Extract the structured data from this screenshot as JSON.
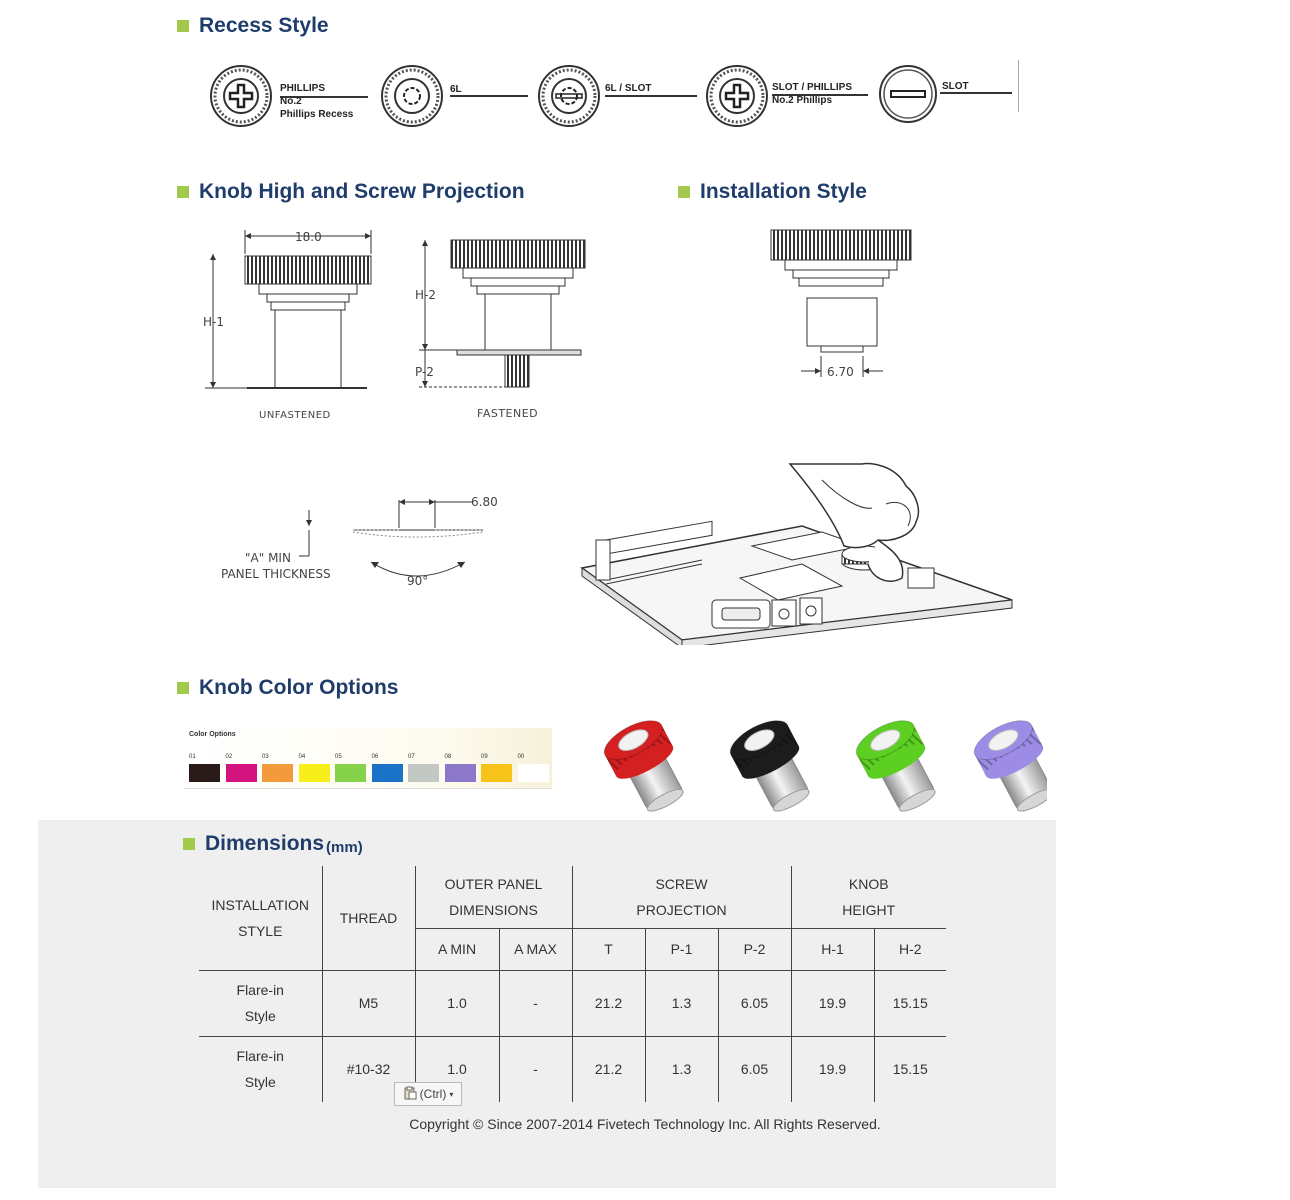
{
  "sections": {
    "recess": "Recess Style",
    "knob_high": "Knob High and Screw Projection",
    "installation": "Installation Style",
    "colors": "Knob Color Options",
    "dimensions": "Dimensions",
    "dimensions_unit": "(mm)"
  },
  "recess_styles": [
    {
      "lines": [
        "PHILLIPS",
        "No.2",
        "Phillips Recess"
      ]
    },
    {
      "lines": [
        "6L"
      ]
    },
    {
      "lines": [
        "6L / SLOT"
      ]
    },
    {
      "lines": [
        "SLOT / PHILLIPS",
        "No.2 Phillips"
      ]
    },
    {
      "lines": [
        "SLOT"
      ]
    }
  ],
  "drawing_labels": {
    "width_18": "18.0",
    "h1": "H-1",
    "h2": "H-2",
    "p2": "P-2",
    "unfastened": "UNFASTENED",
    "fastened": "FASTENED",
    "width_670": "6.70",
    "width_680": "6.80",
    "a_min": "\"A\" MIN",
    "panel_thickness": "PANEL THICKNESS",
    "angle": "90°"
  },
  "color_options": {
    "title": "Color Options",
    "swatches": [
      {
        "code": "01",
        "color": "#2a1a18"
      },
      {
        "code": "02",
        "color": "#d4147e"
      },
      {
        "code": "03",
        "color": "#f39a3c"
      },
      {
        "code": "04",
        "color": "#f8ef1a"
      },
      {
        "code": "05",
        "color": "#86d24a"
      },
      {
        "code": "06",
        "color": "#1a73c7"
      },
      {
        "code": "07",
        "color": "#c4c8c4"
      },
      {
        "code": "08",
        "color": "#8c78c8"
      },
      {
        "code": "09",
        "color": "#f7c21a"
      },
      {
        "code": "00",
        "color": "#ffffff"
      }
    ]
  },
  "knob_photos": [
    {
      "name": "red",
      "color": "#d42020"
    },
    {
      "name": "black",
      "color": "#1c1c1c"
    },
    {
      "name": "green",
      "color": "#5ccf22"
    },
    {
      "name": "purple",
      "color": "#9d8ce6"
    }
  ],
  "table": {
    "headers": {
      "installation_style": [
        "INSTALLATION",
        "STYLE"
      ],
      "thread": "THREAD",
      "outer_panel": [
        "OUTER PANEL",
        "DIMENSIONS"
      ],
      "screw_projection": [
        "SCREW",
        "PROJECTION"
      ],
      "knob_height": [
        "KNOB",
        "HEIGHT"
      ],
      "sub": [
        "A MIN",
        "A MAX",
        "T",
        "P-1",
        "P-2",
        "H-1",
        "H-2"
      ]
    },
    "rows": [
      {
        "style": [
          "Flare-in",
          "Style"
        ],
        "thread": "M5",
        "a_min": "1.0",
        "a_max": "-",
        "t": "21.2",
        "p1": "1.3",
        "p2": "6.05",
        "h1": "19.9",
        "h2": "15.15"
      },
      {
        "style": [
          "Flare-in",
          "Style"
        ],
        "thread": "#10-32",
        "a_min": "1.0",
        "a_max": "-",
        "t": "21.2",
        "p1": "1.3",
        "p2": "6.05",
        "h1": "19.9",
        "h2": "15.15"
      }
    ]
  },
  "ctrl_label": "(Ctrl)",
  "copyright": "Copyright © Since 2007-2014 Fivetech Technology Inc. All Rights Reserved."
}
